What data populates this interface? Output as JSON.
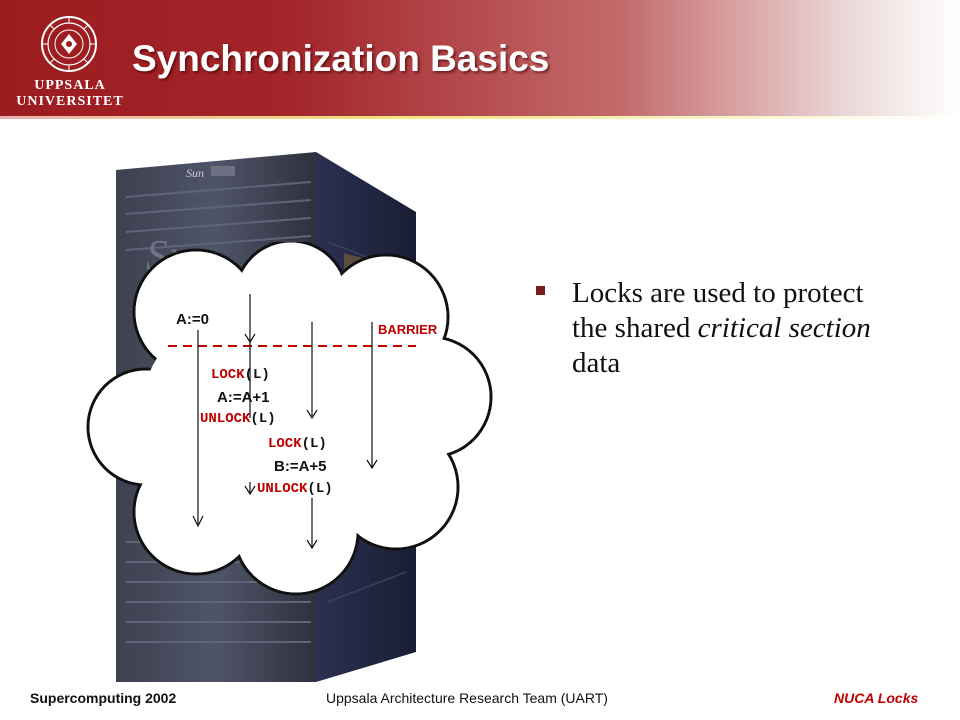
{
  "header": {
    "title": "Synchronization Basics",
    "logo": {
      "line1": "UPPSALA",
      "line2": "UNIVERSITET",
      "icon": "university-seal-icon"
    }
  },
  "diagram": {
    "init": "A:=0",
    "barrier": "BARRIER",
    "t1": {
      "lock_kw": "LOCK",
      "lock_arg": "(L)",
      "stmt": "A:=A+1",
      "unlock_kw": "UNLOCK",
      "unlock_arg": "(L)"
    },
    "t2": {
      "lock_kw": "LOCK",
      "lock_arg": "(L)",
      "stmt": "B:=A+5",
      "unlock_kw": "UNLOCK",
      "unlock_arg": "(L)"
    },
    "server_brand": "Sun"
  },
  "bullet": {
    "text_before": "Locks are used to protect the shared ",
    "text_italic": "critical section",
    "text_after": " data"
  },
  "footer": {
    "left": "Supercomputing 2002",
    "center": "Uppsala Architecture Research Team (UART)",
    "right": "NUCA Locks"
  },
  "colors": {
    "header_red": "#9c1b1f",
    "accent_red": "#c00000",
    "yellow_rule": "#f7e37a"
  }
}
